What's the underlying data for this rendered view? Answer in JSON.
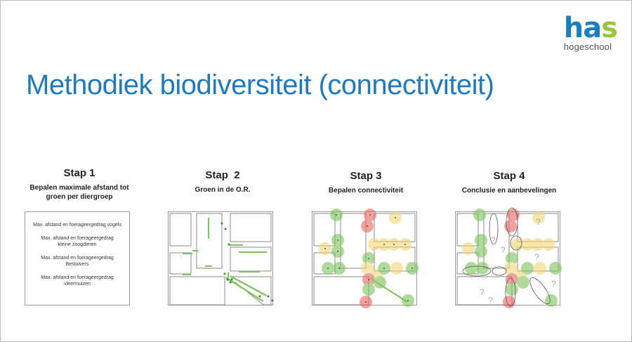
{
  "logo": {
    "h": "h",
    "a": "a",
    "s": "s",
    "sub": "hogeschool"
  },
  "title": "Methodiek biodiversiteit (connectiviteit)",
  "steps": [
    {
      "title": "Stap 1",
      "subtitle": "Bepalen maximale afstand tot groen per diergroep"
    },
    {
      "title": "Stap  2",
      "subtitle": "Groen in de O.R."
    },
    {
      "title": "Stap 3",
      "subtitle": "Bepalen connectiviteit"
    },
    {
      "title": "Stap 4",
      "subtitle": "Conclusie en aanbevelingen"
    }
  ],
  "step1_items": [
    "Max. afstand en foerageergedrag vogels",
    "Max. afstand en foerageergedrag kleine zoogdieren",
    "Max. afstand en foerageergedrag Bestuivers",
    "Max. afstand en foerageergedrag vleermuizen"
  ],
  "question_mark": "?",
  "colors": {
    "title": "#1f7abf",
    "green": "#7dc35a",
    "red": "#e8655f",
    "yellow": "#f2d675",
    "dot": "#3c8a2e"
  }
}
